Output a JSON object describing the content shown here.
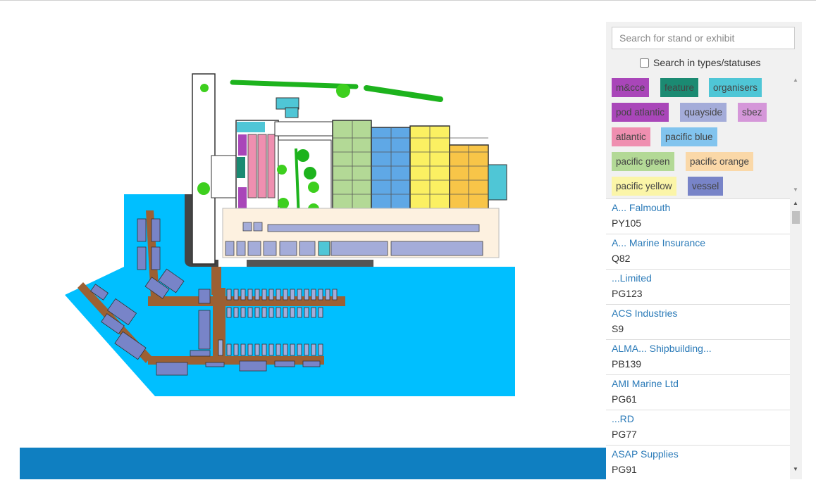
{
  "search": {
    "placeholder": "Search for stand or exhibit"
  },
  "search_types_label": "Search in types/statuses",
  "tags": [
    {
      "label": "m&cce",
      "color": "#a946b9"
    },
    {
      "label": "feature",
      "color": "#1b8a72"
    },
    {
      "label": "organisers",
      "color": "#4fc6d6"
    },
    {
      "label": "pod atlantic",
      "color": "#a946b9"
    },
    {
      "label": "quayside",
      "color": "#a4acd9"
    },
    {
      "label": "sbez",
      "color": "#d597d9"
    },
    {
      "label": "atlantic",
      "color": "#ef8fb0"
    },
    {
      "label": "pacific blue",
      "color": "#82c4ee"
    },
    {
      "label": "pacific green",
      "color": "#b3d996"
    },
    {
      "label": "pacific orange",
      "color": "#fad8a8"
    },
    {
      "label": "pacific yellow",
      "color": "#fbf5a8"
    },
    {
      "label": "vessel",
      "color": "#7884c8"
    }
  ],
  "exhibitors": [
    {
      "name": "A... Falmouth",
      "code": "PY105"
    },
    {
      "name": "A... Marine Insurance",
      "code": "Q82"
    },
    {
      "name": "...Limited",
      "code": "PG123"
    },
    {
      "name": "ACS Industries",
      "code": "S9"
    },
    {
      "name": "ALMA... Shipbuilding...",
      "code": "PB139"
    },
    {
      "name": "AMI Marine Ltd",
      "code": "PG61"
    },
    {
      "name": "...RD",
      "code": "PG77"
    },
    {
      "name": "ASAP Supplies",
      "code": "PG91"
    }
  ]
}
